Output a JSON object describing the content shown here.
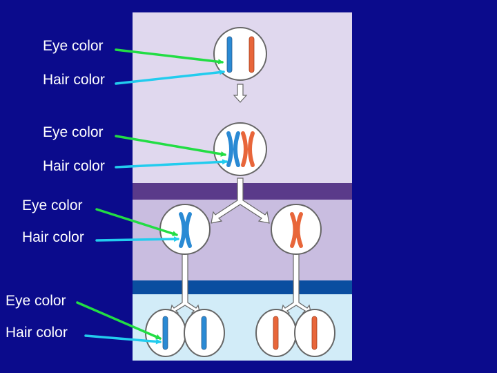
{
  "labels": [
    {
      "text": "Eye color"
    },
    {
      "text": "Hair color"
    },
    {
      "text": "Eye color"
    },
    {
      "text": "Hair color"
    },
    {
      "text": "Eye color"
    },
    {
      "text": "Hair color"
    },
    {
      "text": "Eye color"
    },
    {
      "text": "Hair color"
    }
  ],
  "colors": {
    "background": "#0b0b8c",
    "panel_top": "#e0d8ee",
    "band_dark": "#5a3a8a",
    "panel_mid": "#c9bde0",
    "band_blue": "#0a4ea0",
    "panel_bottom": "#d2ecf8",
    "chromosome_blue": "#2a8ad4",
    "chromosome_orange": "#e8663a",
    "pointer_eye": "#22dd44",
    "pointer_hair": "#22ccee",
    "cell_fill": "#ffffff",
    "cell_stroke": "#666666"
  }
}
